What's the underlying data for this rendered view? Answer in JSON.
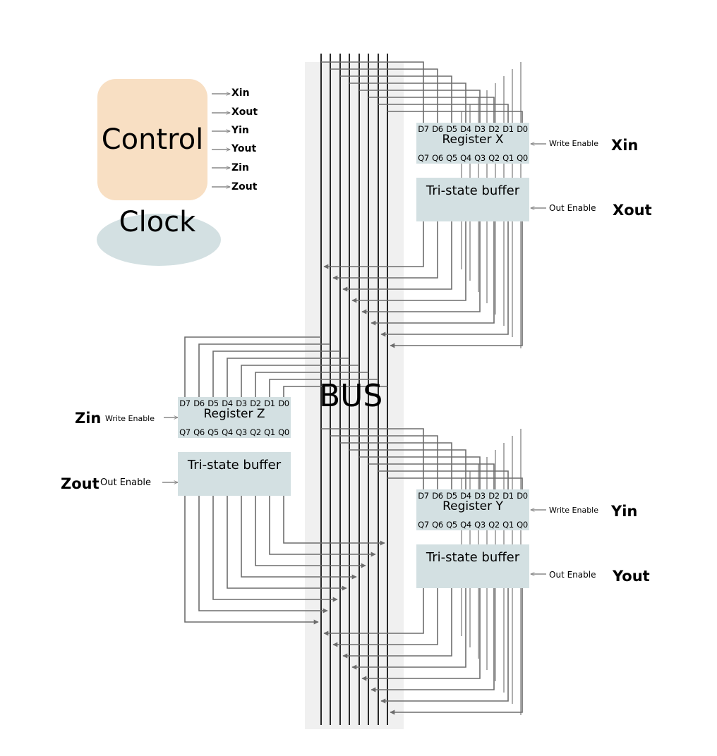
{
  "control": {
    "label": "Control",
    "signals": [
      "Xin",
      "Xout",
      "Yin",
      "Yout",
      "Zin",
      "Zout"
    ]
  },
  "clock": {
    "label": "Clock"
  },
  "bus": {
    "label": "BUS",
    "line_count": 8
  },
  "registers": {
    "x": {
      "name": "Register X",
      "inputs": [
        "D7",
        "D6",
        "D5",
        "D4",
        "D3",
        "D2",
        "D1",
        "D0"
      ],
      "outputs": [
        "Q7",
        "Q6",
        "Q5",
        "Q4",
        "Q3",
        "Q2",
        "Q1",
        "Q0"
      ],
      "buffer_name": "Tri-state buffer",
      "write_enable_label": "Write Enable",
      "write_signal": "Xin",
      "out_enable_label": "Out Enable",
      "out_signal": "Xout"
    },
    "y": {
      "name": "Register Y",
      "inputs": [
        "D7",
        "D6",
        "D5",
        "D4",
        "D3",
        "D2",
        "D1",
        "D0"
      ],
      "outputs": [
        "Q7",
        "Q6",
        "Q5",
        "Q4",
        "Q3",
        "Q2",
        "Q1",
        "Q0"
      ],
      "buffer_name": "Tri-state buffer",
      "write_enable_label": "Write Enable",
      "write_signal": "Yin",
      "out_enable_label": "Out Enable",
      "out_signal": "Yout"
    },
    "z": {
      "name": "Register Z",
      "inputs": [
        "D7",
        "D6",
        "D5",
        "D4",
        "D3",
        "D2",
        "D1",
        "D0"
      ],
      "outputs": [
        "Q7",
        "Q6",
        "Q5",
        "Q4",
        "Q3",
        "Q2",
        "Q1",
        "Q0"
      ],
      "buffer_name": "Tri-state buffer",
      "write_enable_label": "Write Enable",
      "write_signal": "Zin",
      "out_enable_label": "Out Enable",
      "out_signal": "Zout"
    }
  },
  "colors": {
    "control_fill": "#f8dfc3",
    "block_fill": "#d3e0e2",
    "bus_fill": "#f0f0f0",
    "wire": "#6d6d6d",
    "bus_line": "#111111"
  }
}
